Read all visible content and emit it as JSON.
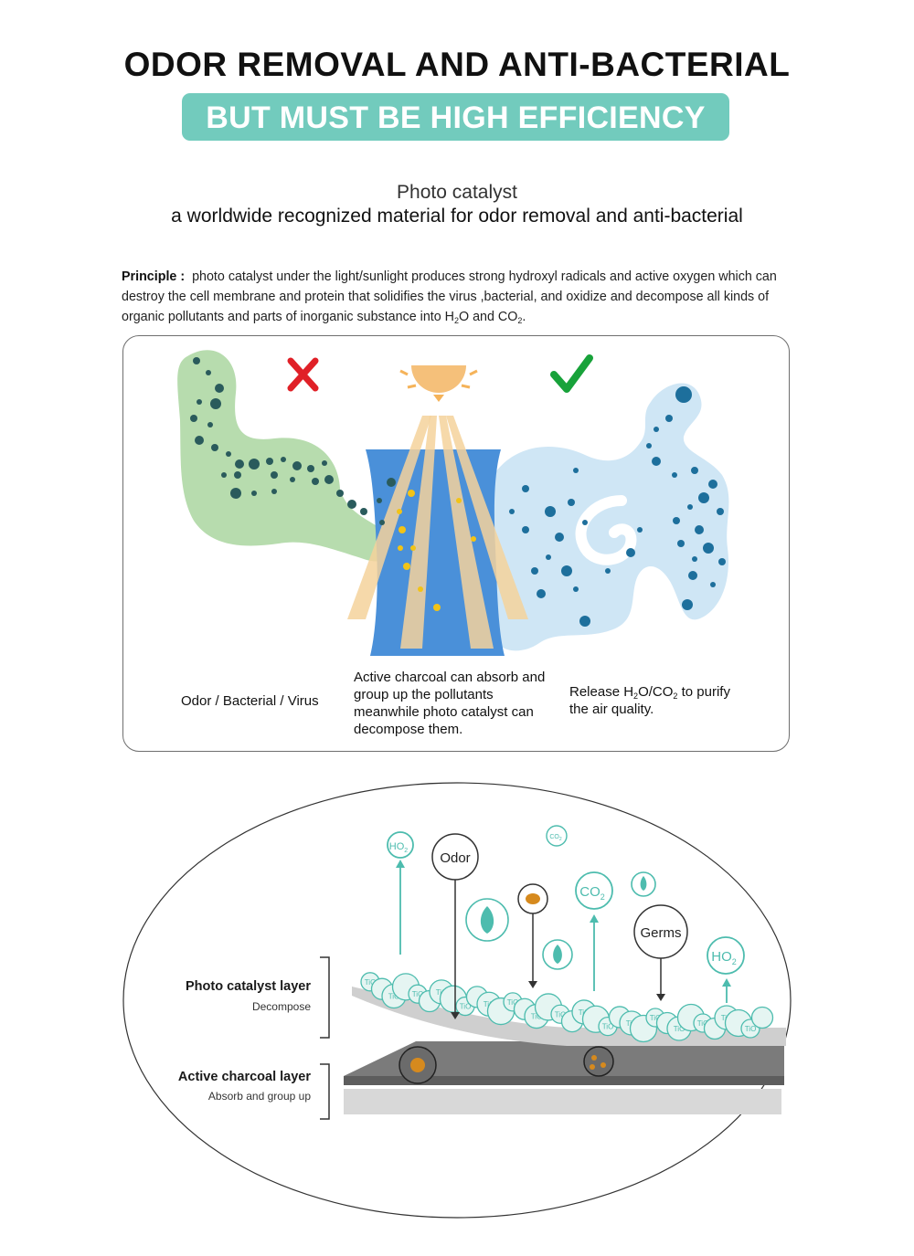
{
  "header": {
    "title": "ODOR REMOVAL AND ANTI-BACTERIAL",
    "banner": "BUT MUST BE HIGH EFFICIENCY"
  },
  "intro": {
    "title": "Photo catalyst",
    "subtitle": "a worldwide recognized material for odor removal and anti-bacterial"
  },
  "principle": {
    "label": "Principle :",
    "text_part1": "photo catalyst under the light/sunlight produces strong hydroxyl radicals and active oxygen which can destroy the cell membrane and protein that solidifies the virus ,bacterial, and oxidize and decompose all kinds of organic pollutants and parts of inorganic substance into H",
    "sub1": "2",
    "text_part2": "O and CO",
    "sub2": "2",
    "text_part3": "."
  },
  "process": {
    "caption_left": "Odor / Bacterial / Virus",
    "caption_middle": "Active charcoal can absorb and group up the pollutants meanwhile photo catalyst can decompose them.",
    "caption_right_part1": "Release H",
    "caption_right_sub1": "2",
    "caption_right_part2": "O/CO",
    "caption_right_sub2": "2",
    "caption_right_part3": " to purify the air quality.",
    "colors": {
      "green_cloud": "#b7dcae",
      "blue_cloud": "#cfe6f5",
      "filter": "#4a90d9",
      "beam": "#f5d29b",
      "cross": "#e02027",
      "check": "#18a23a"
    }
  },
  "layers": {
    "photo_catalyst_title": "Photo catalyst layer",
    "photo_catalyst_sub": "Decompose",
    "charcoal_title": "Active charcoal layer",
    "charcoal_sub": "Absorb and group up",
    "odor_label": "Odor",
    "germs_label": "Germs",
    "molecule_ho2": "HO",
    "molecule_co2": "CO",
    "molecule_sub": "2",
    "tio_label": "TiO",
    "colors": {
      "teal": "#4dbcae"
    }
  }
}
